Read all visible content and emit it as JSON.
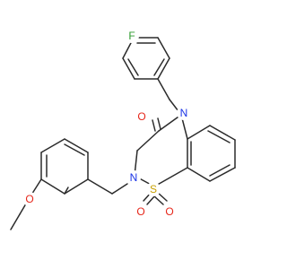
{
  "molecule": {
    "atoms": {
      "fluorine": {
        "label": "F",
        "color": "#2d9a2d"
      },
      "ring_nitrogen": {
        "label": "N",
        "color": "#1a33e6"
      },
      "sulfonyl_nitrogen": {
        "label": "N",
        "color": "#1a33e6"
      },
      "carbonyl_oxygen": {
        "label": "O",
        "color": "#e6261a"
      },
      "sulfur": {
        "label": "S",
        "color": "#c8a000"
      },
      "sulfonyl_oxygen_left": {
        "label": "O",
        "color": "#e6261a"
      },
      "sulfonyl_oxygen_right": {
        "label": "O",
        "color": "#e6261a"
      },
      "methoxy_oxygen": {
        "label": "O",
        "color": "#e6261a"
      }
    },
    "bond_color": "#2b2b2b"
  }
}
